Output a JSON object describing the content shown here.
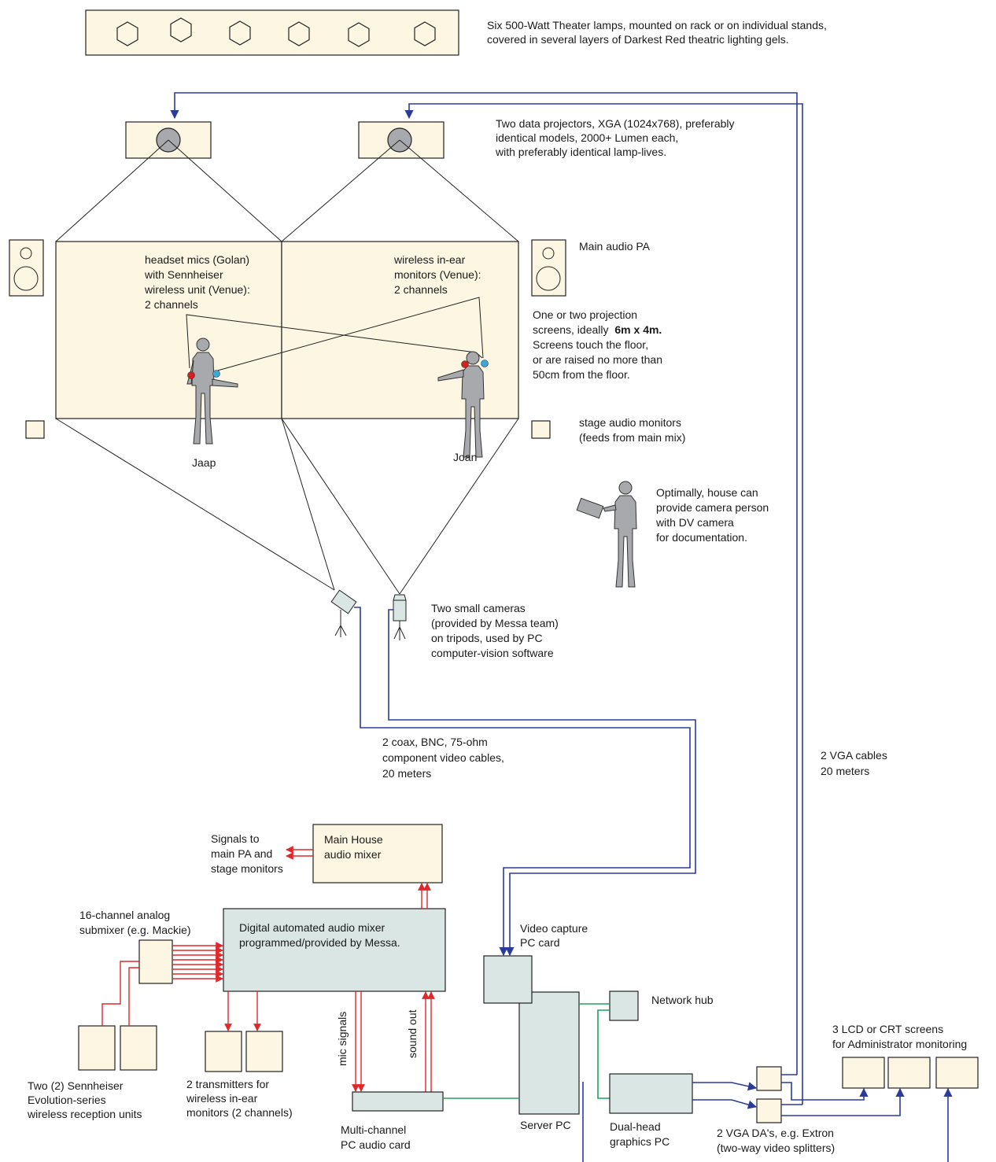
{
  "lamps": {
    "count": 6,
    "label_lines": [
      "Six 500-Watt Theater lamps, mounted on rack or on individual stands,",
      "covered in several layers of Darkest Red theatric lighting gels."
    ]
  },
  "projectors": {
    "label_lines": [
      "Two data projectors, XGA (1024x768), preferably",
      "identical models, 2000+ Lumen each,",
      "with preferably identical lamp-lives."
    ]
  },
  "speakers": {
    "label": "Main audio PA"
  },
  "screens": {
    "label_lines": [
      "One or two projection",
      "screens, ideally",
      "Screens touch the floor,",
      "or are raised no more than",
      "50cm from the floor."
    ],
    "size_bold": "6m x 4m."
  },
  "mics": {
    "label_lines": [
      "headset mics (Golan)",
      "with Sennheiser",
      "wireless unit (Venue):",
      "2 channels"
    ]
  },
  "inear": {
    "label_lines": [
      "wireless in-ear",
      "monitors (Venue):",
      "2 channels"
    ]
  },
  "performers": {
    "left": "Jaap",
    "right": "Joan"
  },
  "stage_monitors": {
    "label_lines": [
      "stage audio monitors",
      "(feeds from main mix)"
    ]
  },
  "camera_person": {
    "label_lines": [
      "Optimally, house can",
      "provide camera person",
      "with DV camera",
      "for documentation."
    ]
  },
  "cameras": {
    "label_lines": [
      "Two small cameras",
      "(provided by Messa team)",
      "on tripods, used by PC",
      "computer-vision software"
    ]
  },
  "coax": {
    "label_lines": [
      "2 coax, BNC, 75-ohm",
      "component video cables,",
      "20 meters"
    ]
  },
  "vga_cables": {
    "label_lines": [
      "2 VGA cables",
      "20 meters"
    ]
  },
  "house_mixer": {
    "label_lines": [
      "Main House",
      "audio mixer"
    ]
  },
  "signals_out": {
    "label_lines": [
      "Signals to",
      "main PA and",
      "stage monitors"
    ]
  },
  "submixer": {
    "label_lines": [
      "16-channel analog",
      "submixer (e.g. Mackie)"
    ]
  },
  "digital_mixer": {
    "label_lines": [
      "Digital automated audio mixer",
      "programmed/provided by Messa."
    ]
  },
  "receivers": {
    "label_lines": [
      "Two (2) Sennheiser",
      "Evolution-series",
      "wireless reception units"
    ]
  },
  "transmitters": {
    "label_lines": [
      "2 transmitters for",
      "wireless in-ear",
      "monitors (2 channels)"
    ]
  },
  "mic_signals": "mic signals",
  "sound_out": "sound out",
  "audio_card": {
    "label_lines": [
      "Multi-channel",
      "PC audio card"
    ]
  },
  "capture_card": {
    "label_lines": [
      "Video capture",
      "PC card"
    ]
  },
  "server_pc": "Server PC",
  "network_hub": "Network hub",
  "graphics_pc": {
    "label_lines": [
      "Dual-head",
      "graphics PC"
    ]
  },
  "vga_da": {
    "label_lines": [
      "2 VGA DA's, e.g. Extron",
      "(two-way video splitters)"
    ]
  },
  "admin_screens": {
    "label_lines": [
      "3 LCD or CRT screens",
      "for Administrator monitoring"
    ]
  },
  "colors": {
    "cream": "#fdf6e3",
    "teal": "#d9e6e4",
    "video_cable": "#2b3b9a",
    "audio_cable": "#e0282b",
    "network_cable": "#22a05a",
    "person": "#a7a9ac",
    "mic_dot": "#d42020",
    "inear_dot": "#3aa8d8"
  }
}
